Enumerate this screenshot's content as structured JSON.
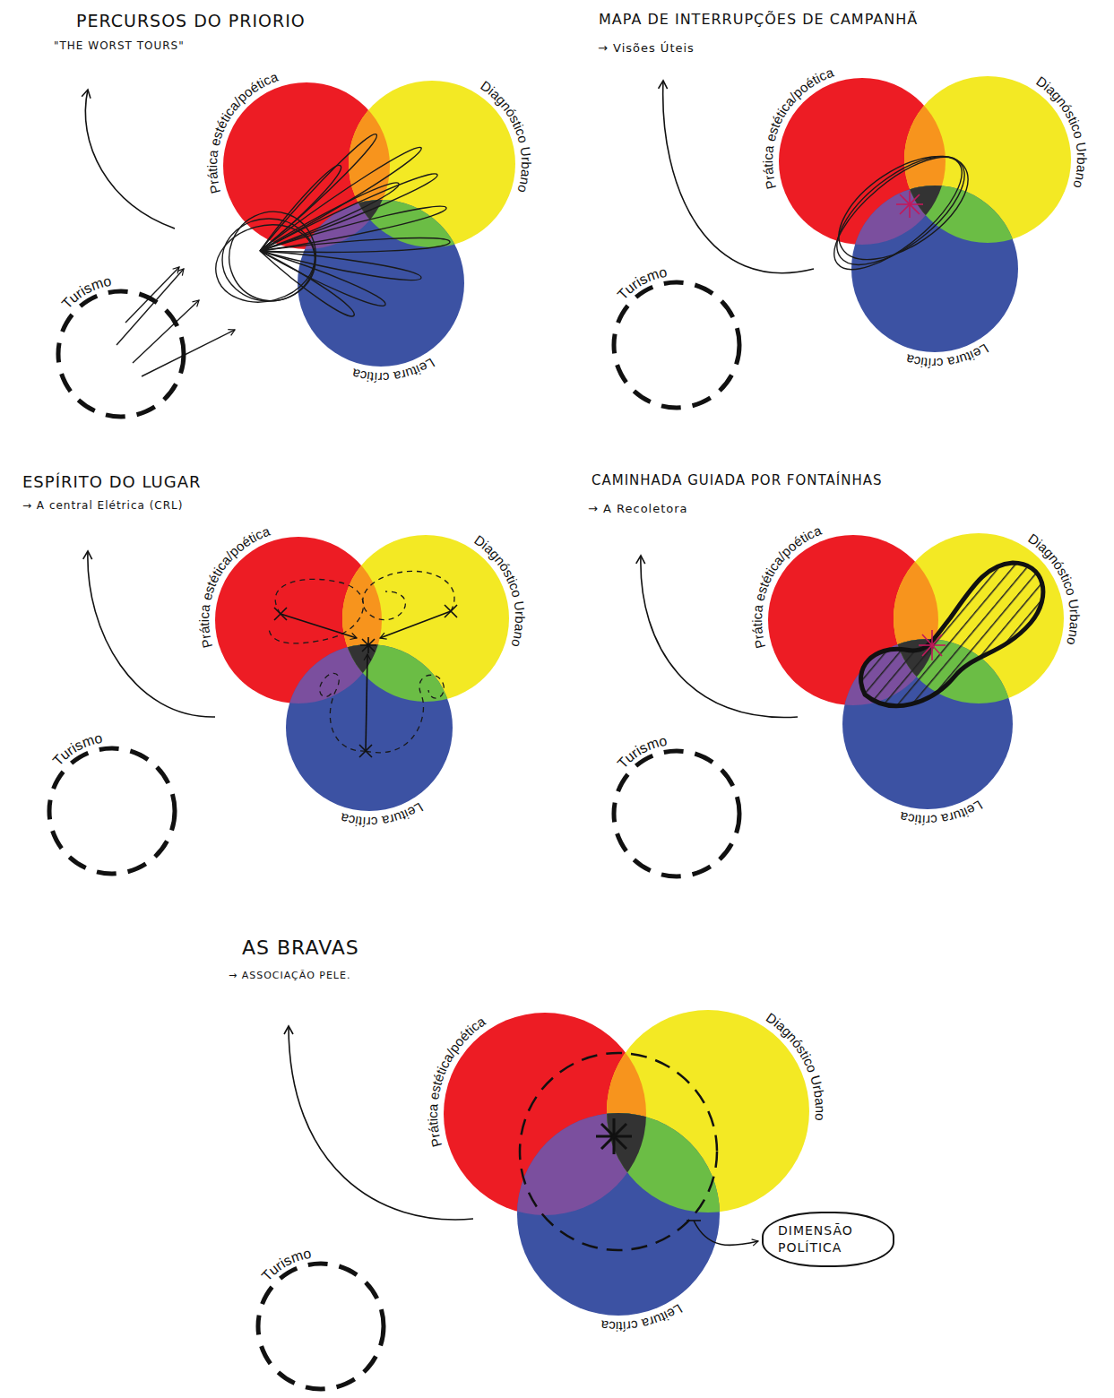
{
  "diagram": {
    "nodes": [
      {
        "text": [
          "Prática estética/poética"
        ]
      },
      {
        "text": [
          "Diagnóstico Urbano"
        ]
      },
      {
        "text": [
          "Leitura crítica"
        ]
      },
      {
        "text": [
          "Turismo"
        ]
      },
      {
        "text": [
          "Prática estética/poética"
        ]
      },
      {
        "text": [
          "Diagnóstico Urbano"
        ]
      },
      {
        "text": [
          "Leitura crítica"
        ]
      },
      {
        "text": [
          "Turismo"
        ]
      },
      {
        "text": [
          "Prática estética/poética"
        ]
      },
      {
        "text": [
          "Diagnóstico Urbano"
        ]
      },
      {
        "text": [
          "Leitura crítica"
        ]
      },
      {
        "text": [
          "Turismo"
        ]
      },
      {
        "text": [
          "Prática estética/poética"
        ]
      },
      {
        "text": [
          "Diagnóstico Urbano"
        ]
      },
      {
        "text": [
          "Leitura crítica"
        ]
      },
      {
        "text": [
          "Turismo"
        ]
      },
      {
        "text": [
          "Prática estética/poética"
        ]
      },
      {
        "text": [
          "Diagnóstico Urbano"
        ]
      },
      {
        "text": [
          "Leitura crítica"
        ]
      },
      {
        "text": [
          "Turismo"
        ]
      },
      {
        "text": [
          "DIMENSÃO POLÍTICA"
        ]
      }
    ],
    "labels": [
      "PERCURSOS DO PRIORIO",
      "\"THE WORST TOURS\"",
      "MAPA DE INTERRUPÇÕES DE CAMPANHÃ",
      "→ Visões Úteis",
      "ESPÍRITO DO LUGAR",
      "→ A central Elétrica (CRL)",
      "CAMINHADA GUIADA POR FONTAÍNHAS",
      "→ A Recoletora",
      "AS BRAVAS",
      "→ ASSOCIAÇÃO PELE."
    ]
  }
}
